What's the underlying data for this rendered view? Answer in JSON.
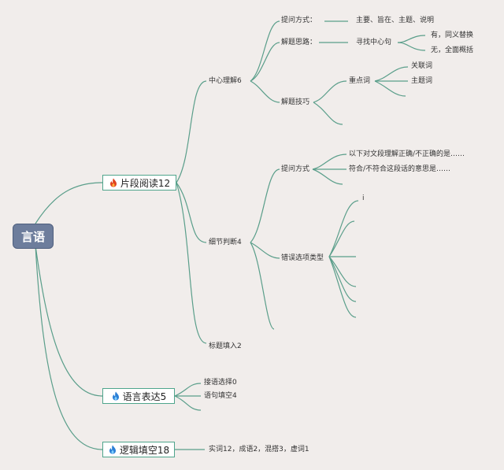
{
  "root": {
    "label": "言语"
  },
  "colors": {
    "line": "#5a9e8a",
    "root_bg": "#6d7d9c",
    "fire_red": "#e0431f",
    "fire_blue": "#2b7fd6"
  },
  "branches": {
    "b1": {
      "label": "片段阅读12",
      "icon": "fire-icon-red"
    },
    "b2": {
      "label": "语言表达5",
      "icon": "fire-icon-blue"
    },
    "b3": {
      "label": "逻辑填空18",
      "icon": "fire-icon-blue"
    }
  },
  "b1_children": {
    "center": "中心理解6",
    "detail": "细节判断4",
    "title": "标题填入2"
  },
  "center_children": {
    "ask": "提问方式：",
    "ask_answer": "主要、旨在、主题、说明",
    "idea": "解题思路：",
    "idea_answer": "寻找中心句",
    "idea_yes": "有，同义替换",
    "idea_no": "无，全面概括",
    "skill": "解题技巧",
    "keyword": "重点词",
    "kw_link": "关联词",
    "kw_topic": "主题词"
  },
  "detail_children": {
    "ask": "提问方式",
    "ask_1": "以下对文段理解正确/不正确的是……",
    "ask_2": "符合/不符合这段话的意思是……",
    "wrong": "错误选项类型",
    "wrong_mark": "i"
  },
  "b2_children": {
    "c1": "接语选择0",
    "c2": "语句填空4"
  },
  "b3_children": {
    "c1": "实词12，成语2，混搭3，虚词1"
  }
}
